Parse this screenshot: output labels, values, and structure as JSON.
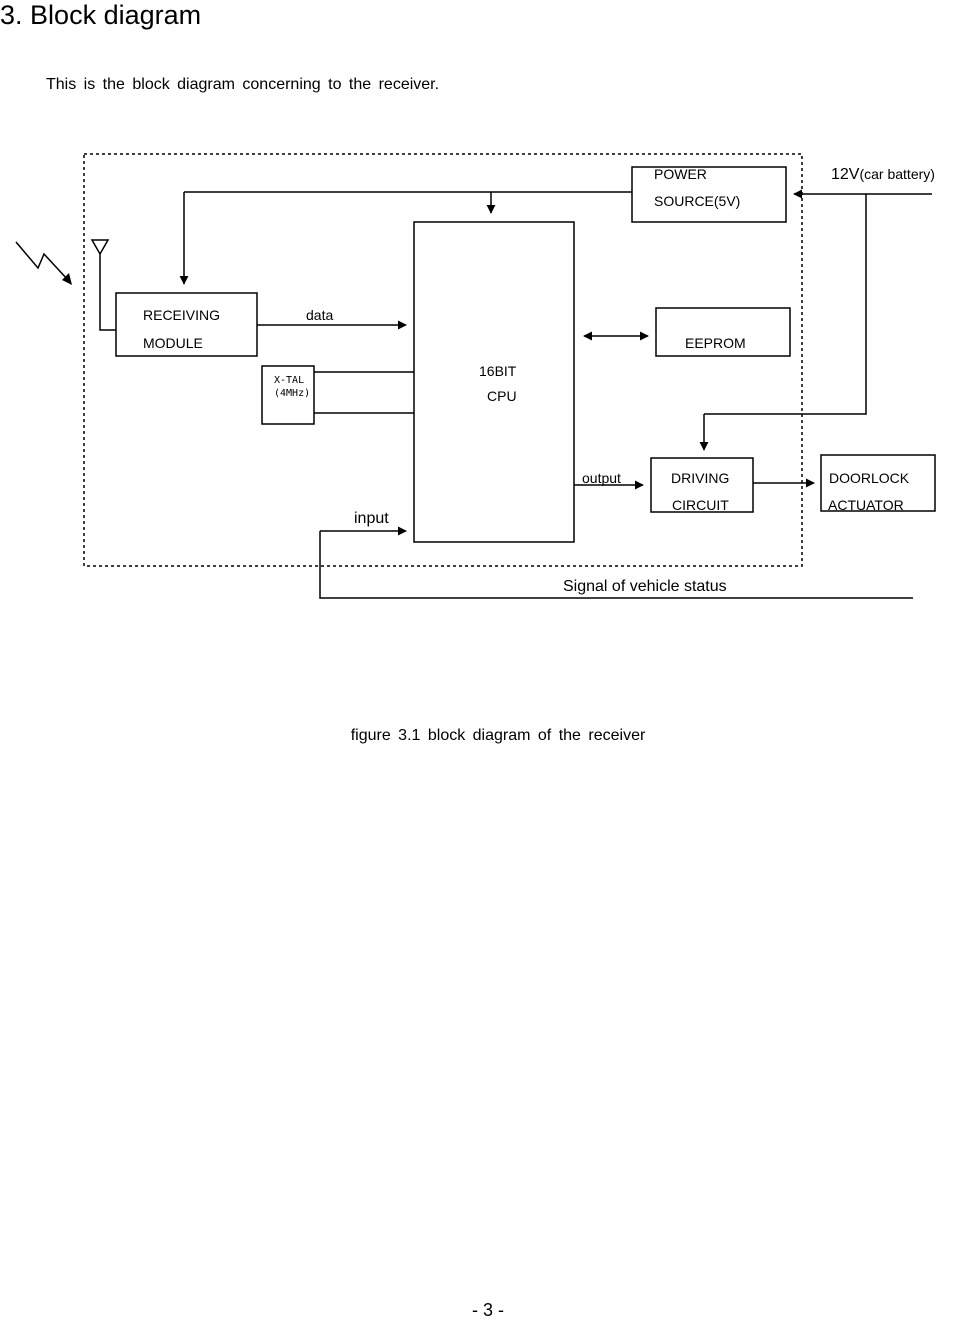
{
  "section": {
    "number": "3.",
    "title": "Block diagram"
  },
  "intro": "This is  the block diagram concerning to the receiver.",
  "diagram": {
    "blocks": {
      "power_source": [
        "POWER",
        "SOURCE(5V)"
      ],
      "receiving_module": [
        "RECEIVING",
        "MODULE"
      ],
      "xtal": [
        "X-TAL",
        "(4MHz)"
      ],
      "cpu": [
        "16BIT",
        "CPU"
      ],
      "eeprom": "EEPROM",
      "driving_circuit": [
        "DRIVING",
        "CIRCUIT"
      ],
      "doorlock_actuator": [
        "DOORLOCK",
        "ACTUATOR"
      ]
    },
    "labels": {
      "battery_main": "12V",
      "battery_sub": "(car battery)",
      "data": "data",
      "input": "input",
      "output": "output",
      "vehicle_signal": "Signal of vehicle status"
    }
  },
  "caption": "figure 3.1   block diagram of the receiver",
  "page_number": "- 3 -"
}
